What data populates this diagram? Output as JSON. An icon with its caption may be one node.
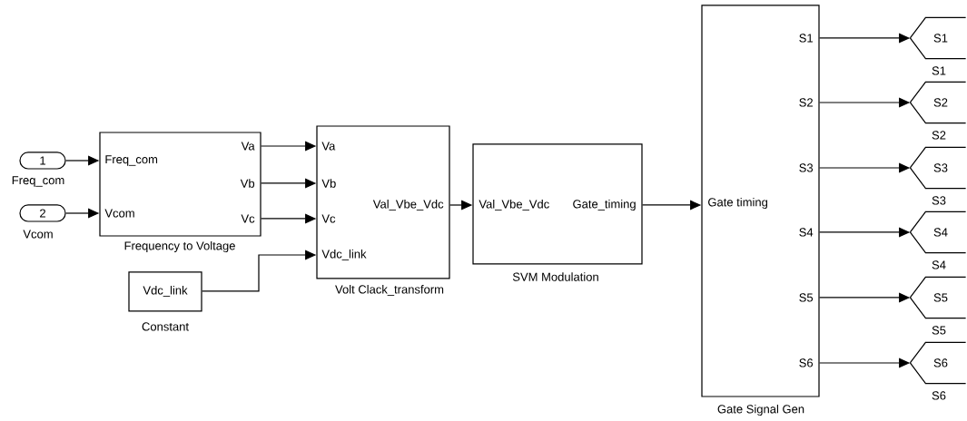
{
  "diagram": {
    "nodes": [
      {
        "text": [
          "1"
        ],
        "beside": [
          "Freq_com"
        ]
      },
      {
        "text": [
          "2"
        ],
        "beside": [
          "Vcom"
        ]
      },
      {
        "text": [
          "Freq_com",
          "Vcom",
          "Va",
          "Vb",
          "Vc"
        ],
        "beside": [
          "Frequency to Voltage"
        ]
      },
      {
        "text": [
          "Vdc_link"
        ],
        "beside": [
          "Constant"
        ]
      },
      {
        "text": [
          "Va",
          "Vb",
          "Vc",
          "Vdc_link",
          "Val_Vbe_Vdc"
        ],
        "beside": [
          "Volt Clack_transform"
        ]
      },
      {
        "text": [
          "Val_Vbe_Vdc",
          "Gate_timing"
        ],
        "beside": [
          "SVM Modulation"
        ]
      },
      {
        "text": [
          "Gate timing",
          "S1",
          "S2",
          "S3",
          "S4",
          "S5",
          "S6"
        ],
        "beside": [
          "Gate Signal Gen"
        ]
      },
      {
        "text": [
          "S1"
        ],
        "beside": [
          "S1"
        ]
      },
      {
        "text": [
          "S2"
        ],
        "beside": [
          "S2"
        ]
      },
      {
        "text": [
          "S3"
        ],
        "beside": [
          "S3"
        ]
      },
      {
        "text": [
          "S4"
        ],
        "beside": [
          "S4"
        ]
      },
      {
        "text": [
          "S5"
        ],
        "beside": [
          "S5"
        ]
      },
      {
        "text": [
          "S6"
        ],
        "beside": [
          "S6"
        ]
      }
    ],
    "edges": [
      {
        "from": 0,
        "to": 2,
        "arrow": "to"
      },
      {
        "from": 1,
        "to": 2,
        "arrow": "to"
      },
      {
        "from": 2,
        "to": 4,
        "arrow": "to"
      },
      {
        "from": 2,
        "to": 4,
        "arrow": "to"
      },
      {
        "from": 2,
        "to": 4,
        "arrow": "to"
      },
      {
        "from": 3,
        "to": 4,
        "arrow": "to"
      },
      {
        "from": 4,
        "to": 5,
        "arrow": "to"
      },
      {
        "from": 5,
        "to": 6,
        "arrow": "to"
      },
      {
        "from": 6,
        "to": 7,
        "arrow": "to"
      },
      {
        "from": 6,
        "to": 8,
        "arrow": "to"
      },
      {
        "from": 6,
        "to": 9,
        "arrow": "to"
      },
      {
        "from": 6,
        "to": 10,
        "arrow": "to"
      },
      {
        "from": 6,
        "to": 11,
        "arrow": "to"
      },
      {
        "from": 6,
        "to": 12,
        "arrow": "to"
      }
    ]
  }
}
